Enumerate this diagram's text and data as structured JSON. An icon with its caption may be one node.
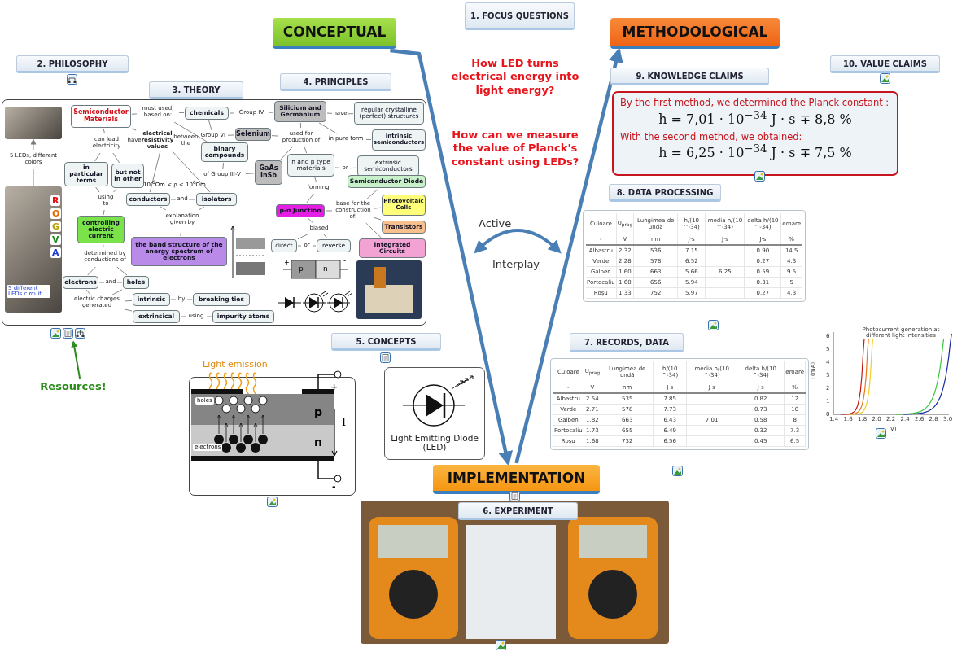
{
  "diagram": {
    "nodes": [
      {
        "text": [
          "1. FOCUS QUESTIONS"
        ]
      },
      {
        "text": [
          "CONCEPTUAL"
        ]
      },
      {
        "text": [
          "METHODOLOGICAL"
        ]
      },
      {
        "text": [
          "IMPLEMENTATION"
        ]
      },
      {
        "text": [
          "2. PHILOSOPHY"
        ]
      },
      {
        "text": [
          "3. THEORY"
        ]
      },
      {
        "text": [
          "4. PRINCIPLES"
        ]
      },
      {
        "text": [
          "5. CONCEPTS"
        ]
      },
      {
        "text": [
          "6. EXPERIMENT"
        ]
      },
      {
        "text": [
          "7. RECORDS, DATA"
        ]
      },
      {
        "text": [
          "8. DATA PROCESSING"
        ]
      },
      {
        "text": [
          "9. KNOWLEDGE CLAIMS"
        ]
      },
      {
        "text": [
          "10. VALUE CLAIMS"
        ]
      },
      {
        "text": [
          "By the first method, we determined the Planck constant :",
          "h = 7,01 · 10$^{−34}$ J · s ∓ 8,8 %",
          "With the second method, we obtained:",
          "h = 6,25 · 10$^{−34}$ J · s ∓ 7,5 %"
        ]
      },
      {
        "text": [
          "Resources!"
        ]
      },
      {
        "text": [
          "Light Emitting Diode (LED)"
        ]
      },
      {
        "text": [],
        "shape": "box"
      },
      {
        "text": [],
        "shape": "picture",
        "in": 16
      },
      {
        "text": [
          "5 LEDs, different colors"
        ],
        "in": 16
      },
      {
        "text": [],
        "shape": "picture",
        "in": 16
      },
      {
        "text": [
          "Semiconductor Materials"
        ],
        "in": 16
      },
      {
        "text": [
          "most used, based on:"
        ],
        "in": 16
      },
      {
        "text": [
          "chemicals"
        ],
        "in": 16
      },
      {
        "text": [
          "Group IV"
        ],
        "in": 16
      },
      {
        "text": [
          "Silicium and Germanium"
        ],
        "in": 16
      },
      {
        "text": [
          "have"
        ],
        "in": 16
      },
      {
        "text": [
          "regular crystalline (perfect) structures"
        ],
        "in": 16
      },
      {
        "text": [
          "in pure form"
        ],
        "in": 16
      },
      {
        "text": [
          "intrinsic semiconductors"
        ],
        "in": 16
      },
      {
        "text": [
          "Group VI"
        ],
        "in": 16
      },
      {
        "text": [
          "Selenium"
        ],
        "in": 16
      },
      {
        "text": [
          "binary compounds"
        ],
        "in": 16
      },
      {
        "text": [
          "of Group III-V"
        ],
        "in": 16
      },
      {
        "text": [
          "GaAs InSb"
        ],
        "in": 16
      },
      {
        "text": [
          "used for production of"
        ],
        "in": 16
      },
      {
        "text": [
          "n and p type materials"
        ],
        "in": 16
      },
      {
        "text": [
          "or"
        ],
        "in": 16
      },
      {
        "text": [
          "extrinsic semiconductors"
        ],
        "in": 16
      },
      {
        "text": [
          "can lead electricity"
        ],
        "in": 16
      },
      {
        "text": [
          "have **electrical resistivity values** between the"
        ],
        "in": 16
      },
      {
        "text": [
          "in particular terms"
        ],
        "in": 16
      },
      {
        "text": [
          "but not in other"
        ],
        "in": 16
      },
      {
        "text": [
          "using to"
        ],
        "in": 16
      },
      {
        "text": [
          "controlling electric current"
        ],
        "in": 16
      },
      {
        "text": [
          "conductors"
        ],
        "in": 16
      },
      {
        "text": [
          "and"
        ],
        "in": 16
      },
      {
        "text": [
          "isolators"
        ],
        "in": 16
      },
      {
        "text": [
          "explanation given by"
        ],
        "in": 16
      },
      {
        "text": [
          "the band structure of the energy spectrum of electrons"
        ],
        "in": 16
      },
      {
        "text": [
          "forming"
        ],
        "in": 16
      },
      {
        "text": [
          "p-n Junction"
        ],
        "in": 16
      },
      {
        "text": [
          "base for the construction of:"
        ],
        "in": 16
      },
      {
        "text": [
          "Semiconductor Diode"
        ],
        "in": 16
      },
      {
        "text": [
          "Photovoltaic Cells"
        ],
        "in": 16
      },
      {
        "text": [
          "Transistors"
        ],
        "in": 16
      },
      {
        "text": [
          "Integrated Circuits"
        ],
        "in": 16
      },
      {
        "text": [
          "biased"
        ],
        "in": 16
      },
      {
        "text": [
          "direct"
        ],
        "in": 16
      },
      {
        "text": [
          "or"
        ],
        "in": 16
      },
      {
        "text": [
          "reverse"
        ],
        "in": 16
      },
      {
        "text": [
          "determined by conductions of"
        ],
        "in": 16
      },
      {
        "text": [
          "electrons"
        ],
        "in": 16
      },
      {
        "text": [
          "and"
        ],
        "in": 16
      },
      {
        "text": [
          "holes"
        ],
        "in": 16
      },
      {
        "text": [
          "electric charges generated"
        ],
        "in": 16
      },
      {
        "text": [
          "intrinsic"
        ],
        "in": 16
      },
      {
        "text": [
          "by"
        ],
        "in": 16
      },
      {
        "text": [
          "breaking ties"
        ],
        "in": 16
      },
      {
        "text": [
          "extrinsical"
        ],
        "in": 16
      },
      {
        "text": [
          "using"
        ],
        "in": 16
      },
      {
        "text": [
          "impurity atoms"
        ],
        "in": 16
      }
    ],
    "edges": [
      {
        "from": 1,
        "to": 3,
        "arrow": "to",
        "style": "thick",
        "color": "#4a7fb5"
      },
      {
        "from": 3,
        "to": 2,
        "arrow": "to",
        "style": "thick",
        "color": "#4a7fb5"
      },
      {
        "from": 14,
        "to": 16,
        "arrow": "to",
        "color": "#2e8b1e"
      },
      {
        "from": 19,
        "to": 18,
        "arrow": "none"
      },
      {
        "from": 18,
        "to": 17,
        "arrow": "to"
      },
      {
        "from": 20,
        "to": 21,
        "arrow": "none"
      },
      {
        "from": 21,
        "to": 22,
        "arrow": "none"
      },
      {
        "from": 22,
        "to": 23,
        "arrow": "none"
      },
      {
        "from": 23,
        "to": 24,
        "arrow": "none"
      },
      {
        "from": 24,
        "to": 25,
        "arrow": "none"
      },
      {
        "from": 25,
        "to": 26,
        "arrow": "none"
      },
      {
        "from": 24,
        "to": 27,
        "arrow": "none"
      },
      {
        "from": 27,
        "to": 28,
        "arrow": "none"
      },
      {
        "from": 22,
        "to": 29,
        "arrow": "none"
      },
      {
        "from": 29,
        "to": 30,
        "arrow": "none"
      },
      {
        "from": 21,
        "to": 31,
        "arrow": "none"
      },
      {
        "from": 31,
        "to": 32,
        "arrow": "none"
      },
      {
        "from": 32,
        "to": 33,
        "arrow": "none"
      },
      {
        "from": 24,
        "to": 34,
        "arrow": "none"
      },
      {
        "from": 30,
        "to": 34,
        "arrow": "none"
      },
      {
        "from": 33,
        "to": 34,
        "arrow": "none"
      },
      {
        "from": 34,
        "to": 35,
        "arrow": "none"
      },
      {
        "from": 35,
        "to": 36,
        "arrow": "none"
      },
      {
        "from": 36,
        "to": 37,
        "arrow": "none"
      },
      {
        "from": 20,
        "to": 38,
        "arrow": "none"
      },
      {
        "from": 38,
        "to": 40,
        "arrow": "none"
      },
      {
        "from": 38,
        "to": 41,
        "arrow": "none"
      },
      {
        "from": 40,
        "to": 42,
        "arrow": "none"
      },
      {
        "from": 41,
        "to": 42,
        "arrow": "none"
      },
      {
        "from": 42,
        "to": 43,
        "arrow": "none"
      },
      {
        "from": 20,
        "to": 39,
        "arrow": "none"
      },
      {
        "from": 39,
        "to": 44,
        "arrow": "none"
      },
      {
        "from": 39,
        "to": 46,
        "arrow": "none"
      },
      {
        "from": 44,
        "to": 45,
        "arrow": "none"
      },
      {
        "from": 45,
        "to": 46,
        "arrow": "none"
      },
      {
        "from": 44,
        "to": 47,
        "arrow": "none"
      },
      {
        "from": 46,
        "to": 47,
        "arrow": "none"
      },
      {
        "from": 47,
        "to": 48,
        "arrow": "none"
      },
      {
        "from": 35,
        "to": 49,
        "arrow": "none"
      },
      {
        "from": 49,
        "to": 50,
        "arrow": "none"
      },
      {
        "from": 50,
        "to": 51,
        "arrow": "none"
      },
      {
        "from": 51,
        "to": 52,
        "arrow": "none"
      },
      {
        "from": 51,
        "to": 53,
        "arrow": "none"
      },
      {
        "from": 51,
        "to": 54,
        "arrow": "none"
      },
      {
        "from": 51,
        "to": 55,
        "arrow": "none"
      },
      {
        "from": 50,
        "to": 56,
        "arrow": "none"
      },
      {
        "from": 56,
        "to": 57,
        "arrow": "none"
      },
      {
        "from": 56,
        "to": 59,
        "arrow": "none"
      },
      {
        "from": 57,
        "to": 58,
        "arrow": "none"
      },
      {
        "from": 58,
        "to": 59,
        "arrow": "none"
      },
      {
        "from": 43,
        "to": 60,
        "arrow": "none"
      },
      {
        "from": 60,
        "to": 61,
        "arrow": "none"
      },
      {
        "from": 60,
        "to": 63,
        "arrow": "none"
      },
      {
        "from": 61,
        "to": 62,
        "arrow": "none"
      },
      {
        "from": 62,
        "to": 63,
        "arrow": "none"
      },
      {
        "from": 61,
        "to": 64,
        "arrow": "none"
      },
      {
        "from": 63,
        "to": 64,
        "arrow": "none"
      },
      {
        "from": 64,
        "to": 65,
        "arrow": "none"
      },
      {
        "from": 64,
        "to": 68,
        "arrow": "none"
      },
      {
        "from": 65,
        "to": 66,
        "arrow": "none"
      },
      {
        "from": 66,
        "to": 67,
        "arrow": "none"
      },
      {
        "from": 68,
        "to": 69,
        "arrow": "none"
      },
      {
        "from": 69,
        "to": 70,
        "arrow": "none"
      }
    ],
    "labels": [
      "10$^{-6}$Ωm < ρ < 10$^{6}$Ωm",
      "R",
      "O",
      "G",
      "V",
      "A",
      "5 different LEDs circuit",
      "+",
      "p",
      "n",
      "-",
      "Light emission",
      "holes",
      "electrons",
      "p",
      "n",
      "I",
      "+",
      "-",
      "Active",
      "Interplay",
      "Culoare",
      "U$_{prag}$",
      "Lungimea de undă",
      "h/(10 ^-34)",
      "media h/(10 ^-34)",
      "delta h/(10 ^-34)",
      "eroare",
      "-",
      "V",
      "nm",
      "J·s",
      "J·s",
      "J·s",
      "%",
      "Albastru",
      "2.32",
      "536",
      "7.15",
      "0.90",
      "14.5",
      "Verde",
      "2.28",
      "578",
      "6.52",
      "0.27",
      "4.3",
      "Galben",
      "1.60",
      "663",
      "5.66",
      "6.25",
      "0.59",
      "9.5",
      "Portocaliu",
      "1.60",
      "656",
      "5.94",
      "0.31",
      "5",
      "Roşu",
      "1.33",
      "752",
      "5.97",
      "0.27",
      "4.3",
      "Culoare",
      "U$_{prag}$",
      "Lungimea de undă",
      "h/(10 ^-34)",
      "media h/(10 ^-34)",
      "delta h/(10 ^-34)",
      "eroare",
      "-",
      "V",
      "nm",
      "J·s",
      "J·s",
      "J·s",
      "%",
      "Albastru",
      "2.54",
      "535",
      "7.85",
      "0.82",
      "12",
      "Verde",
      "2.71",
      "578",
      "7.73",
      "0.73",
      "10",
      "Galben",
      "1.82",
      "663",
      "6.43",
      "7.01",
      "0.58",
      "8",
      "Portocaliu",
      "1.73",
      "655",
      "6.49",
      "0.32",
      "7.3",
      "Roşu",
      "1.68",
      "732",
      "6.56",
      "0.45",
      "6.5",
      "Photocurrent generation at different light intensities",
      "I (mA)",
      "0",
      "1",
      "2",
      "3",
      "4",
      "5",
      "6",
      "1.4",
      "1.6",
      "1.8",
      "2.0",
      "2.2",
      "2.4",
      "2.6",
      "2.8",
      "3.0",
      "V)",
      "How LED turns electrical energy into light energy?",
      "How can we measure the value of Planck's constant using LEDs?"
    ]
  }
}
